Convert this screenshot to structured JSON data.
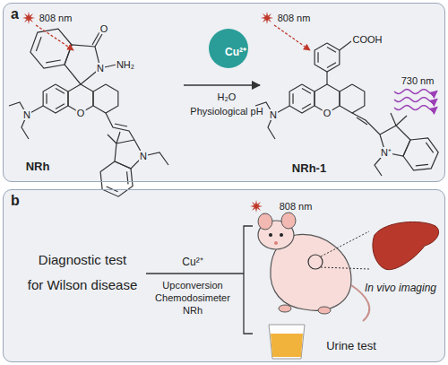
{
  "diagram": {
    "nodes": [
      {
        "text": [
          "a"
        ]
      },
      {
        "text": [
          "Cu²⁺"
        ],
        "in": 0
      },
      {
        "text": [
          "b"
        ]
      }
    ],
    "labels": [
      "808 nm",
      "NRh",
      "O",
      "N",
      "NH₂",
      "N",
      "O",
      "N",
      "H₂O",
      "Physiological pH",
      "808 nm",
      "COOH",
      "N",
      "O",
      "N⁺",
      "730 nm",
      "NRh-1",
      "Diagnostic test",
      "for Wilson disease",
      "Cu²⁺",
      "Upconversion",
      "Chemodosimeter",
      "NRh",
      "808 nm",
      "In vivo imaging",
      "Urine test"
    ]
  }
}
